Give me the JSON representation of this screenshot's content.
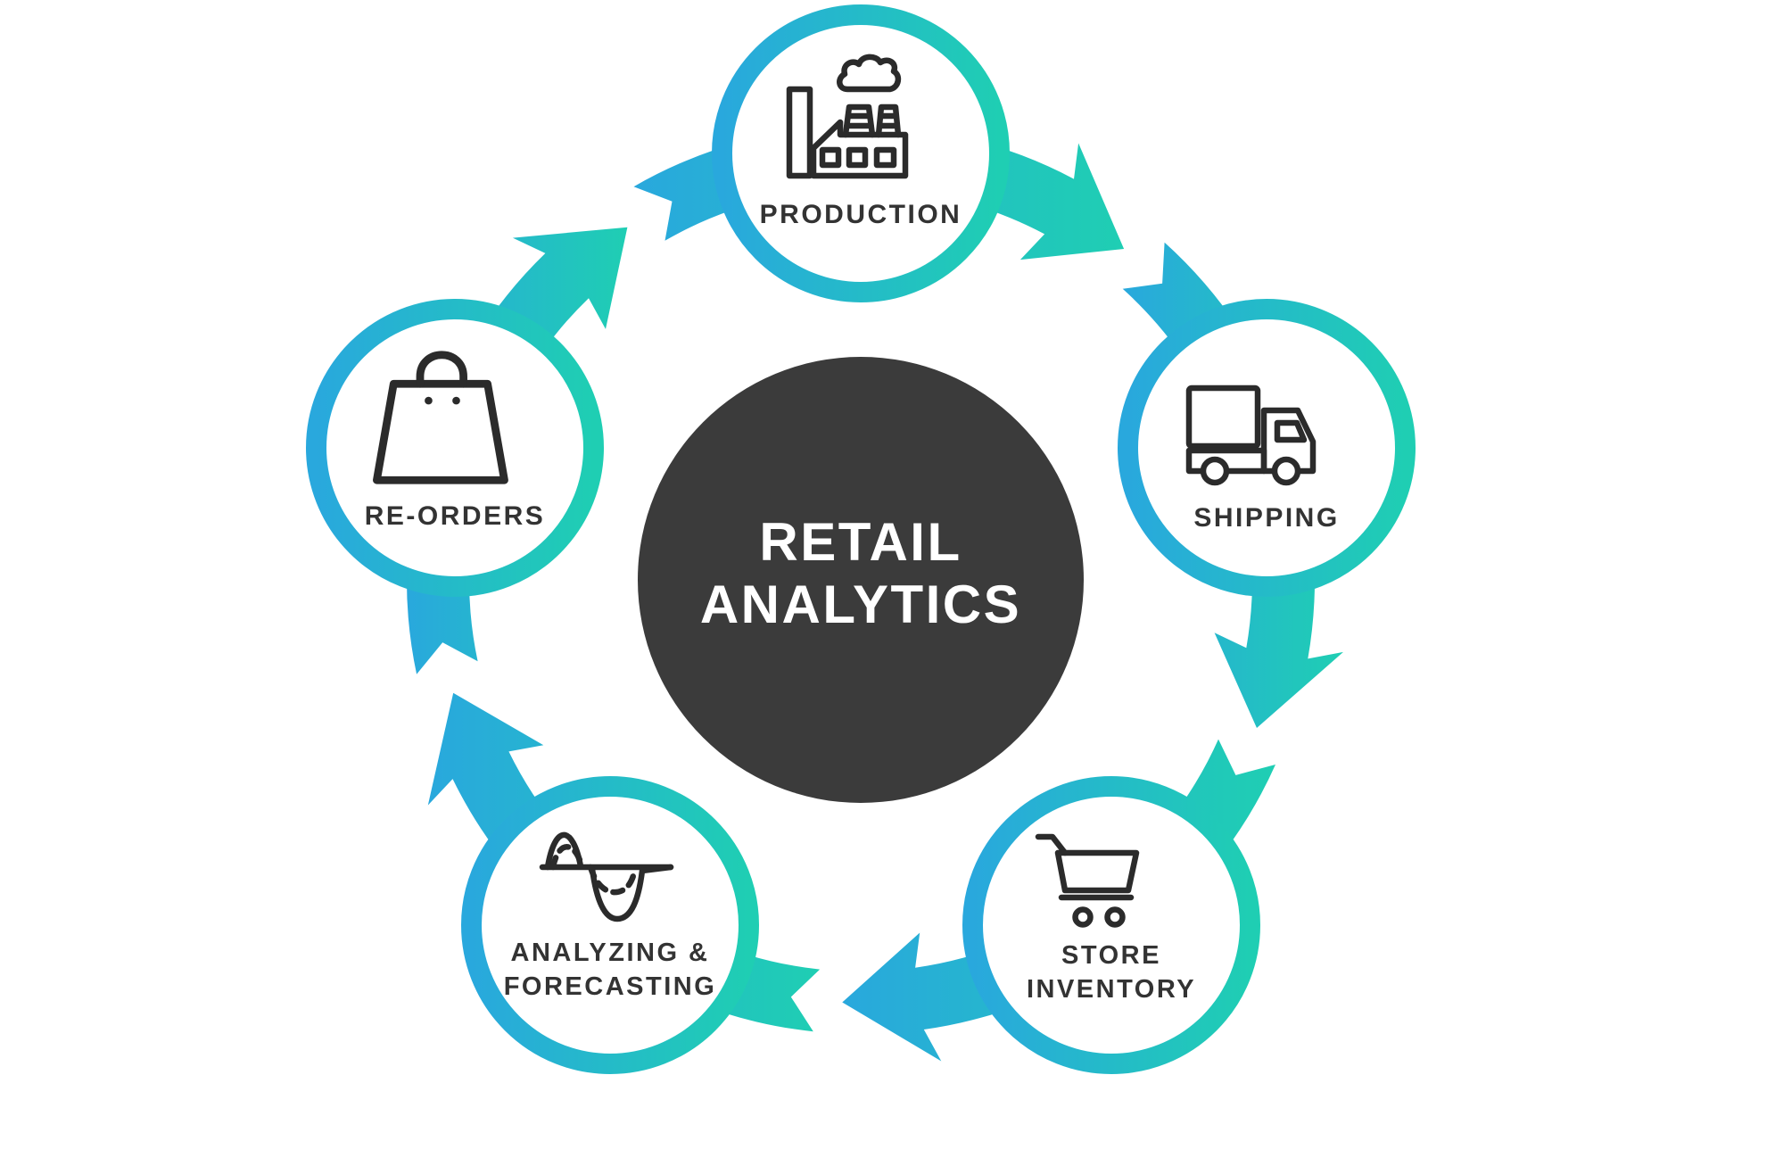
{
  "center": {
    "line1": "RETAIL",
    "line2": "ANALYTICS",
    "background": "#3B3B3B",
    "text_color": "#FFFFFF"
  },
  "palette": {
    "flow_blue": "#29A8DD",
    "flow_green": "#1FCEB3",
    "icon_stroke": "#2B2B2B",
    "label_color": "#333333",
    "node_fill": "#FFFFFF"
  },
  "flow_direction": "clockwise",
  "nodes": [
    {
      "id": "production",
      "label": "PRODUCTION",
      "icon": "factory-icon"
    },
    {
      "id": "shipping",
      "label": "SHIPPING",
      "icon": "delivery-truck-icon"
    },
    {
      "id": "store-inventory",
      "label_line1": "STORE",
      "label_line2": "INVENTORY",
      "icon": "shopping-cart-icon"
    },
    {
      "id": "analyzing-forecasting",
      "label_line1": "ANALYZING &",
      "label_line2": "FORECASTING",
      "icon": "wave-forecast-icon"
    },
    {
      "id": "re-orders",
      "label": "RE-ORDERS",
      "icon": "shopping-bag-icon"
    }
  ]
}
